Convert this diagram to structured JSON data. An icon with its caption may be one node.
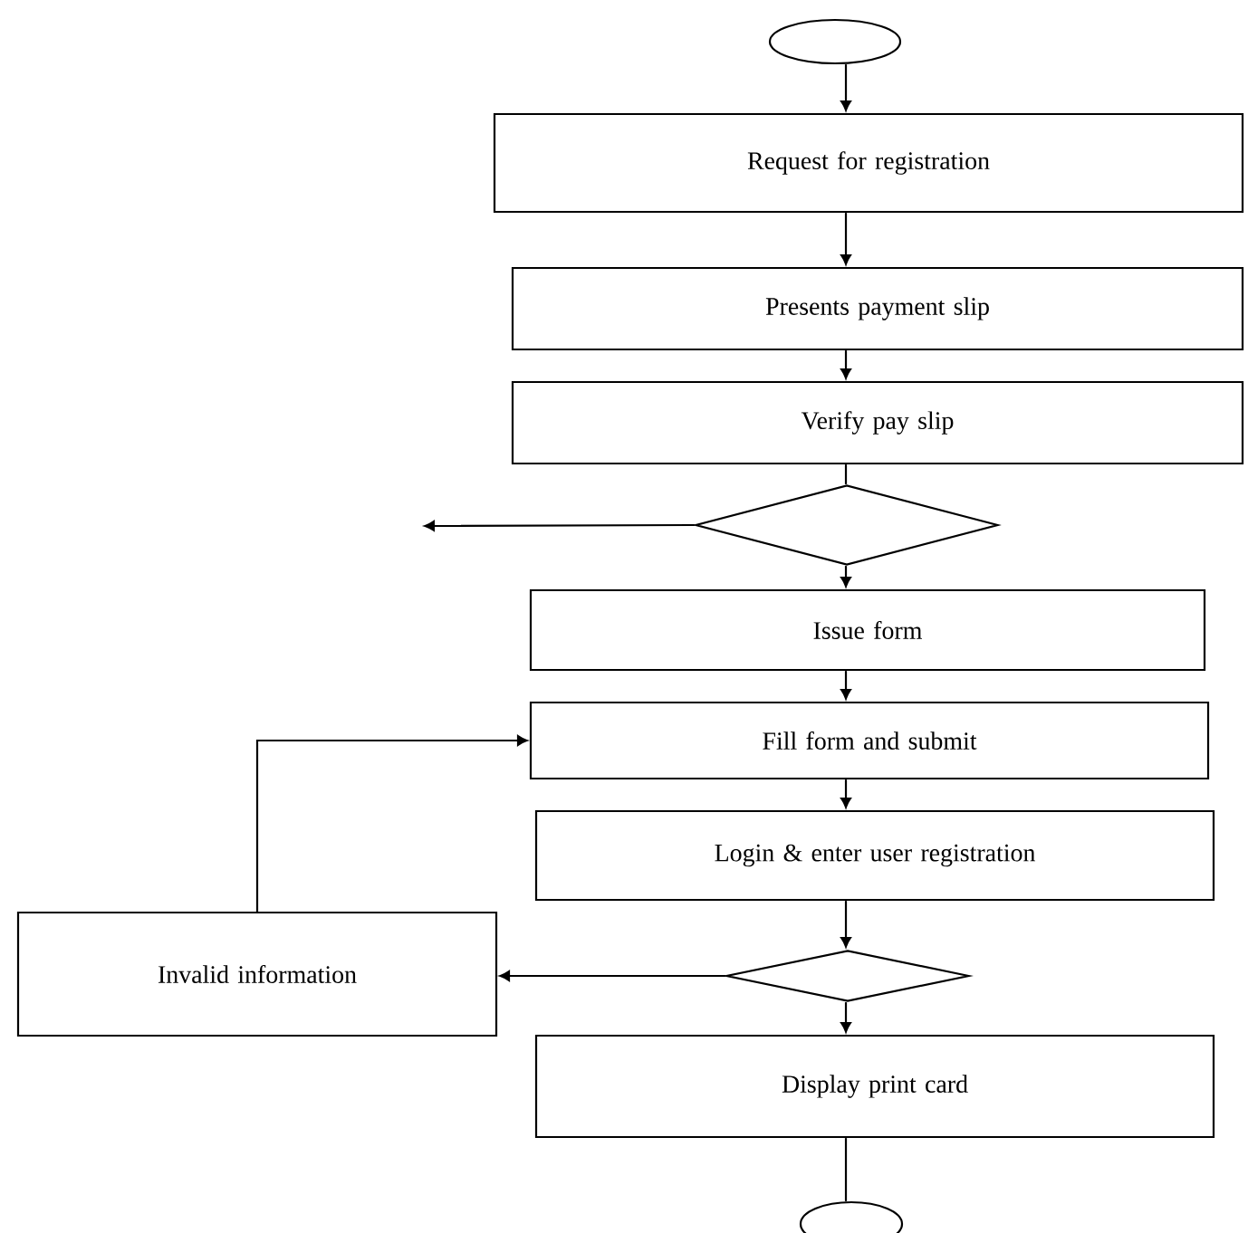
{
  "diagram": {
    "nodes": [
      {
        "text": [],
        "shape": "ellipse"
      },
      {
        "text": [
          "Request for registration"
        ]
      },
      {
        "text": [
          "Presents payment slip"
        ]
      },
      {
        "text": [
          "Verify pay slip"
        ]
      },
      {
        "text": [],
        "shape": "diamond"
      },
      {
        "text": [
          "Issue form"
        ]
      },
      {
        "text": [
          "Fill form and submit"
        ]
      },
      {
        "text": [
          "Login & enter user registration"
        ]
      },
      {
        "text": [
          "Invalid information"
        ]
      },
      {
        "text": [],
        "shape": "diamond"
      },
      {
        "text": [
          "Display print card"
        ]
      },
      {
        "text": [],
        "shape": "ellipse"
      }
    ],
    "edges": [
      {
        "from": 0,
        "to": 1,
        "arrow": "to"
      },
      {
        "from": 1,
        "to": 2,
        "arrow": "to"
      },
      {
        "from": 2,
        "to": 3,
        "arrow": "to"
      },
      {
        "from": 3,
        "to": 4,
        "arrow": "none"
      },
      {
        "from": 4,
        "to": null,
        "arrow": "to"
      },
      {
        "from": 4,
        "to": 5,
        "arrow": "to"
      },
      {
        "from": 5,
        "to": 6,
        "arrow": "to"
      },
      {
        "from": 6,
        "to": 7,
        "arrow": "to"
      },
      {
        "from": 7,
        "to": 9,
        "arrow": "to"
      },
      {
        "from": 9,
        "to": 8,
        "arrow": "to"
      },
      {
        "from": 8,
        "to": 6,
        "arrow": "to"
      },
      {
        "from": 9,
        "to": 10,
        "arrow": "to"
      },
      {
        "from": 10,
        "to": 11,
        "arrow": "none"
      }
    ]
  }
}
